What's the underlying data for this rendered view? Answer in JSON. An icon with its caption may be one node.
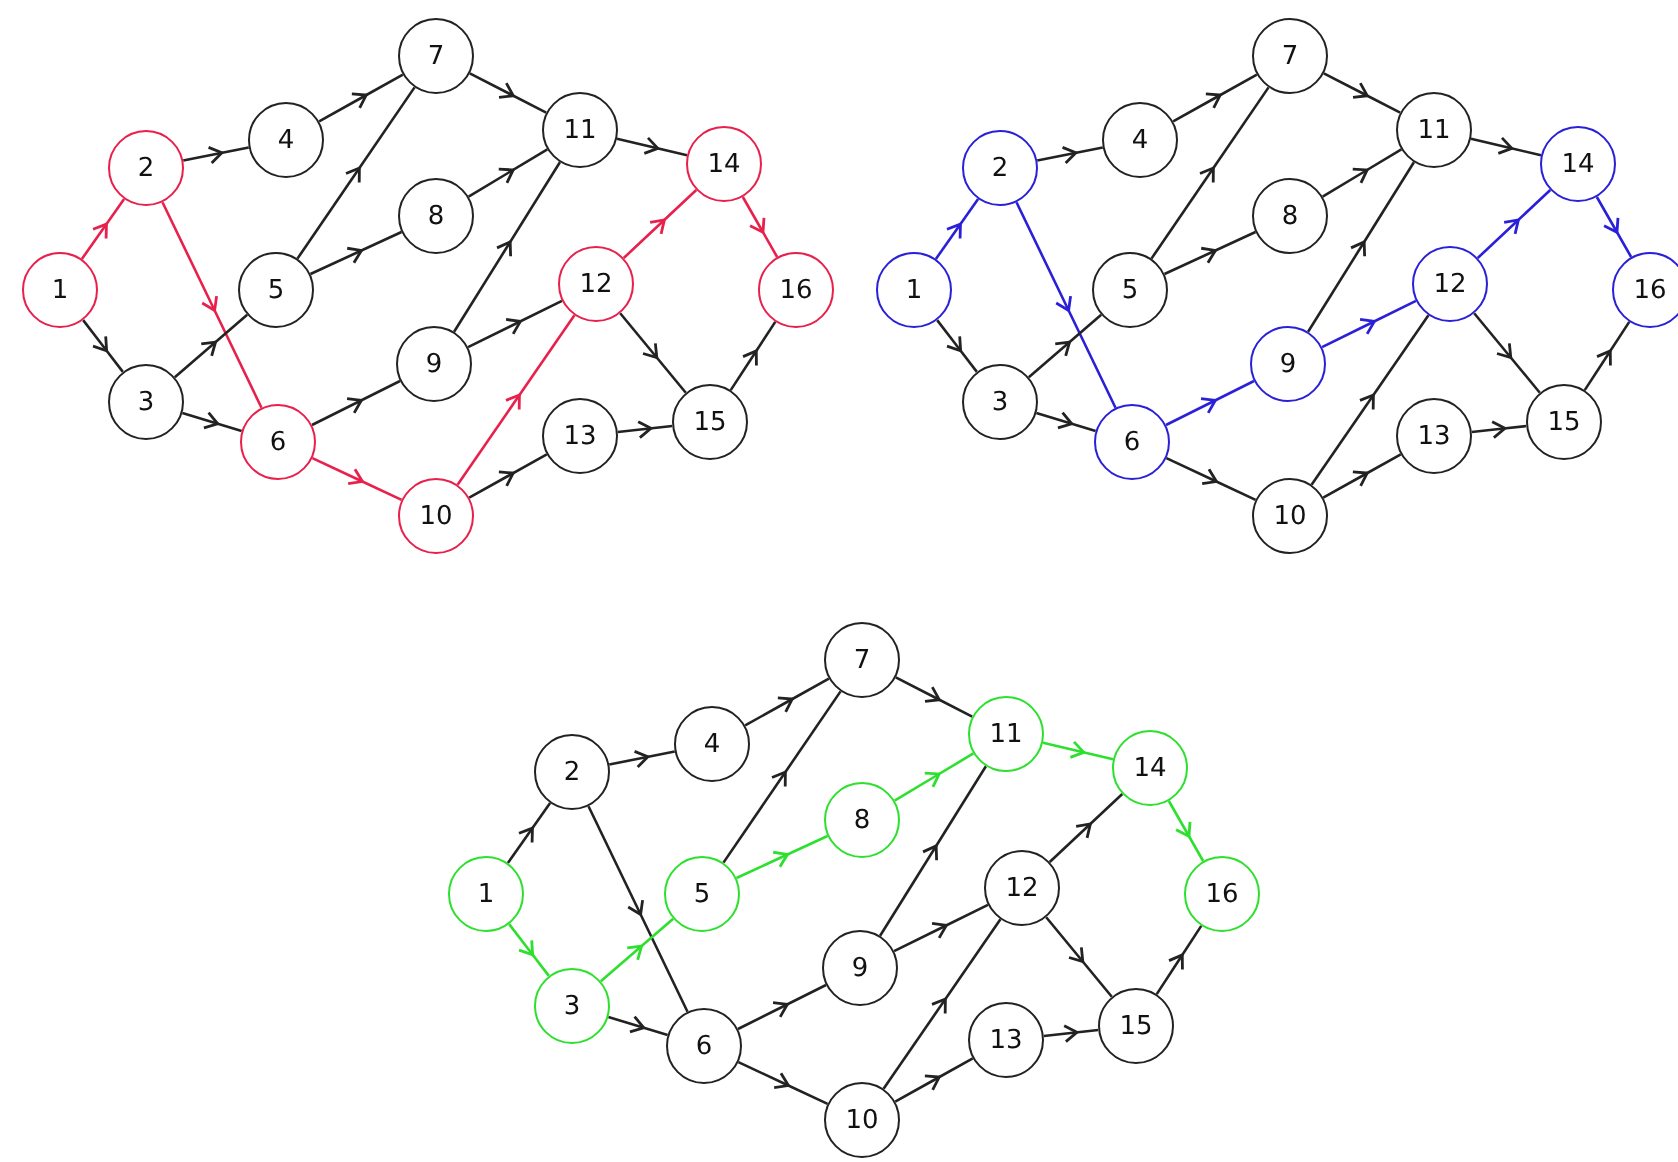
{
  "diagram": {
    "nodes": [
      {
        "text": [
          "1"
        ]
      },
      {
        "text": [
          "2"
        ]
      },
      {
        "text": [
          "3"
        ]
      },
      {
        "text": [
          "4"
        ]
      },
      {
        "text": [
          "5"
        ]
      },
      {
        "text": [
          "6"
        ]
      },
      {
        "text": [
          "7"
        ]
      },
      {
        "text": [
          "8"
        ]
      },
      {
        "text": [
          "9"
        ]
      },
      {
        "text": [
          "10"
        ]
      },
      {
        "text": [
          "11"
        ]
      },
      {
        "text": [
          "12"
        ]
      },
      {
        "text": [
          "13"
        ]
      },
      {
        "text": [
          "14"
        ]
      },
      {
        "text": [
          "15"
        ]
      },
      {
        "text": [
          "16"
        ]
      },
      {
        "text": [
          "1"
        ]
      },
      {
        "text": [
          "2"
        ]
      },
      {
        "text": [
          "3"
        ]
      },
      {
        "text": [
          "4"
        ]
      },
      {
        "text": [
          "5"
        ]
      },
      {
        "text": [
          "6"
        ]
      },
      {
        "text": [
          "7"
        ]
      },
      {
        "text": [
          "8"
        ]
      },
      {
        "text": [
          "9"
        ]
      },
      {
        "text": [
          "10"
        ]
      },
      {
        "text": [
          "11"
        ]
      },
      {
        "text": [
          "12"
        ]
      },
      {
        "text": [
          "13"
        ]
      },
      {
        "text": [
          "14"
        ]
      },
      {
        "text": [
          "15"
        ]
      },
      {
        "text": [
          "16"
        ]
      },
      {
        "text": [
          "1"
        ]
      },
      {
        "text": [
          "2"
        ]
      },
      {
        "text": [
          "3"
        ]
      },
      {
        "text": [
          "4"
        ]
      },
      {
        "text": [
          "5"
        ]
      },
      {
        "text": [
          "6"
        ]
      },
      {
        "text": [
          "7"
        ]
      },
      {
        "text": [
          "8"
        ]
      },
      {
        "text": [
          "9"
        ]
      },
      {
        "text": [
          "10"
        ]
      },
      {
        "text": [
          "11"
        ]
      },
      {
        "text": [
          "12"
        ]
      },
      {
        "text": [
          "13"
        ]
      },
      {
        "text": [
          "14"
        ]
      },
      {
        "text": [
          "15"
        ]
      },
      {
        "text": [
          "16"
        ]
      }
    ],
    "edges": [
      {
        "from": 0,
        "to": 1,
        "arrow": "to",
        "color": "#e8204c"
      },
      {
        "from": 0,
        "to": 2,
        "arrow": "to"
      },
      {
        "from": 1,
        "to": 3,
        "arrow": "to"
      },
      {
        "from": 1,
        "to": 5,
        "arrow": "to",
        "color": "#e8204c"
      },
      {
        "from": 2,
        "to": 4,
        "arrow": "to"
      },
      {
        "from": 2,
        "to": 5,
        "arrow": "to"
      },
      {
        "from": 3,
        "to": 6,
        "arrow": "to"
      },
      {
        "from": 4,
        "to": 6,
        "arrow": "to"
      },
      {
        "from": 4,
        "to": 7,
        "arrow": "to"
      },
      {
        "from": 5,
        "to": 8,
        "arrow": "to"
      },
      {
        "from": 5,
        "to": 9,
        "arrow": "to",
        "color": "#e8204c"
      },
      {
        "from": 6,
        "to": 10,
        "arrow": "to"
      },
      {
        "from": 7,
        "to": 10,
        "arrow": "to"
      },
      {
        "from": 8,
        "to": 10,
        "arrow": "to"
      },
      {
        "from": 8,
        "to": 11,
        "arrow": "to"
      },
      {
        "from": 9,
        "to": 11,
        "arrow": "to",
        "color": "#e8204c"
      },
      {
        "from": 9,
        "to": 12,
        "arrow": "to"
      },
      {
        "from": 10,
        "to": 13,
        "arrow": "to"
      },
      {
        "from": 11,
        "to": 13,
        "arrow": "to",
        "color": "#e8204c"
      },
      {
        "from": 11,
        "to": 14,
        "arrow": "to"
      },
      {
        "from": 12,
        "to": 14,
        "arrow": "to"
      },
      {
        "from": 13,
        "to": 15,
        "arrow": "to",
        "color": "#e8204c"
      },
      {
        "from": 14,
        "to": 15,
        "arrow": "to"
      },
      {
        "from": 16,
        "to": 17,
        "arrow": "to",
        "color": "#2a20d8"
      },
      {
        "from": 16,
        "to": 18,
        "arrow": "to"
      },
      {
        "from": 17,
        "to": 19,
        "arrow": "to"
      },
      {
        "from": 17,
        "to": 21,
        "arrow": "to",
        "color": "#2a20d8"
      },
      {
        "from": 18,
        "to": 20,
        "arrow": "to"
      },
      {
        "from": 18,
        "to": 21,
        "arrow": "to"
      },
      {
        "from": 19,
        "to": 22,
        "arrow": "to"
      },
      {
        "from": 20,
        "to": 22,
        "arrow": "to"
      },
      {
        "from": 20,
        "to": 23,
        "arrow": "to"
      },
      {
        "from": 21,
        "to": 24,
        "arrow": "to",
        "color": "#2a20d8"
      },
      {
        "from": 21,
        "to": 25,
        "arrow": "to"
      },
      {
        "from": 22,
        "to": 26,
        "arrow": "to"
      },
      {
        "from": 23,
        "to": 26,
        "arrow": "to"
      },
      {
        "from": 24,
        "to": 26,
        "arrow": "to"
      },
      {
        "from": 24,
        "to": 27,
        "arrow": "to",
        "color": "#2a20d8"
      },
      {
        "from": 25,
        "to": 27,
        "arrow": "to"
      },
      {
        "from": 25,
        "to": 28,
        "arrow": "to"
      },
      {
        "from": 26,
        "to": 29,
        "arrow": "to"
      },
      {
        "from": 27,
        "to": 29,
        "arrow": "to",
        "color": "#2a20d8"
      },
      {
        "from": 27,
        "to": 30,
        "arrow": "to"
      },
      {
        "from": 28,
        "to": 30,
        "arrow": "to"
      },
      {
        "from": 29,
        "to": 31,
        "arrow": "to",
        "color": "#2a20d8"
      },
      {
        "from": 30,
        "to": 31,
        "arrow": "to"
      },
      {
        "from": 32,
        "to": 33,
        "arrow": "to"
      },
      {
        "from": 32,
        "to": 34,
        "arrow": "to",
        "color": "#2ee02e"
      },
      {
        "from": 33,
        "to": 35,
        "arrow": "to"
      },
      {
        "from": 33,
        "to": 37,
        "arrow": "to"
      },
      {
        "from": 34,
        "to": 36,
        "arrow": "to",
        "color": "#2ee02e"
      },
      {
        "from": 34,
        "to": 37,
        "arrow": "to"
      },
      {
        "from": 35,
        "to": 38,
        "arrow": "to"
      },
      {
        "from": 36,
        "to": 38,
        "arrow": "to"
      },
      {
        "from": 36,
        "to": 39,
        "arrow": "to",
        "color": "#2ee02e"
      },
      {
        "from": 37,
        "to": 40,
        "arrow": "to"
      },
      {
        "from": 37,
        "to": 41,
        "arrow": "to"
      },
      {
        "from": 38,
        "to": 42,
        "arrow": "to"
      },
      {
        "from": 39,
        "to": 42,
        "arrow": "to",
        "color": "#2ee02e"
      },
      {
        "from": 40,
        "to": 42,
        "arrow": "to"
      },
      {
        "from": 40,
        "to": 43,
        "arrow": "to"
      },
      {
        "from": 41,
        "to": 43,
        "arrow": "to"
      },
      {
        "from": 41,
        "to": 44,
        "arrow": "to"
      },
      {
        "from": 42,
        "to": 45,
        "arrow": "to",
        "color": "#2ee02e"
      },
      {
        "from": 43,
        "to": 45,
        "arrow": "to"
      },
      {
        "from": 43,
        "to": 46,
        "arrow": "to"
      },
      {
        "from": 44,
        "to": 46,
        "arrow": "to"
      },
      {
        "from": 45,
        "to": 47,
        "arrow": "to",
        "color": "#2ee02e"
      },
      {
        "from": 46,
        "to": 47,
        "arrow": "to"
      }
    ]
  }
}
